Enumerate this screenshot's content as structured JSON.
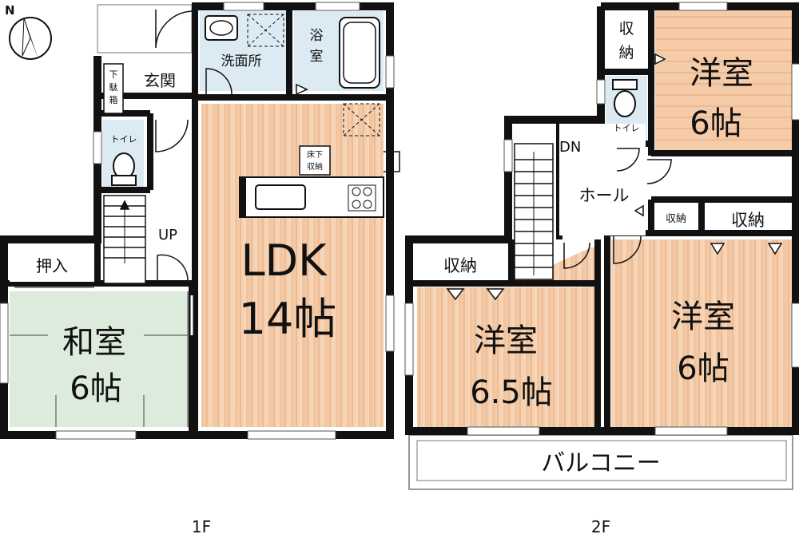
{
  "compass": {
    "north": "N"
  },
  "floor1": {
    "caption": "1F",
    "rooms": {
      "washroom": "洗面所",
      "bath_1": "浴",
      "bath_2": "室",
      "entrance": "玄関",
      "shoe_box_1": "下",
      "shoe_box_2": "駄",
      "shoe_box_3": "箱",
      "toilet": "トイレ",
      "stairs_up": "UP",
      "underfloor_1": "床下",
      "underfloor_2": "収納",
      "ldk_name": "LDK",
      "ldk_size": "14帖",
      "closet": "押入",
      "japanese_name": "和室",
      "japanese_size": "6帖"
    }
  },
  "floor2": {
    "caption": "2F",
    "rooms": {
      "storage_top_1": "収",
      "storage_top_2": "納",
      "western_ne_name": "洋室",
      "western_ne_size": "6帖",
      "toilet": "トイレ",
      "stairs_down": "DN",
      "hall": "ホール",
      "storage_small": "収納",
      "storage_right": "収納",
      "storage_left": "収納",
      "western_sw_name": "洋室",
      "western_sw_size": "6.5帖",
      "western_se_name": "洋室",
      "western_se_size": "6帖",
      "balcony": "バルコニー"
    }
  },
  "colors": {
    "wall": "#111111",
    "western_floor": "#f4c9a4",
    "western_stripe": "#e9b48a",
    "japanese_floor": "#dcebdc",
    "wet_area": "#dcebf3"
  }
}
